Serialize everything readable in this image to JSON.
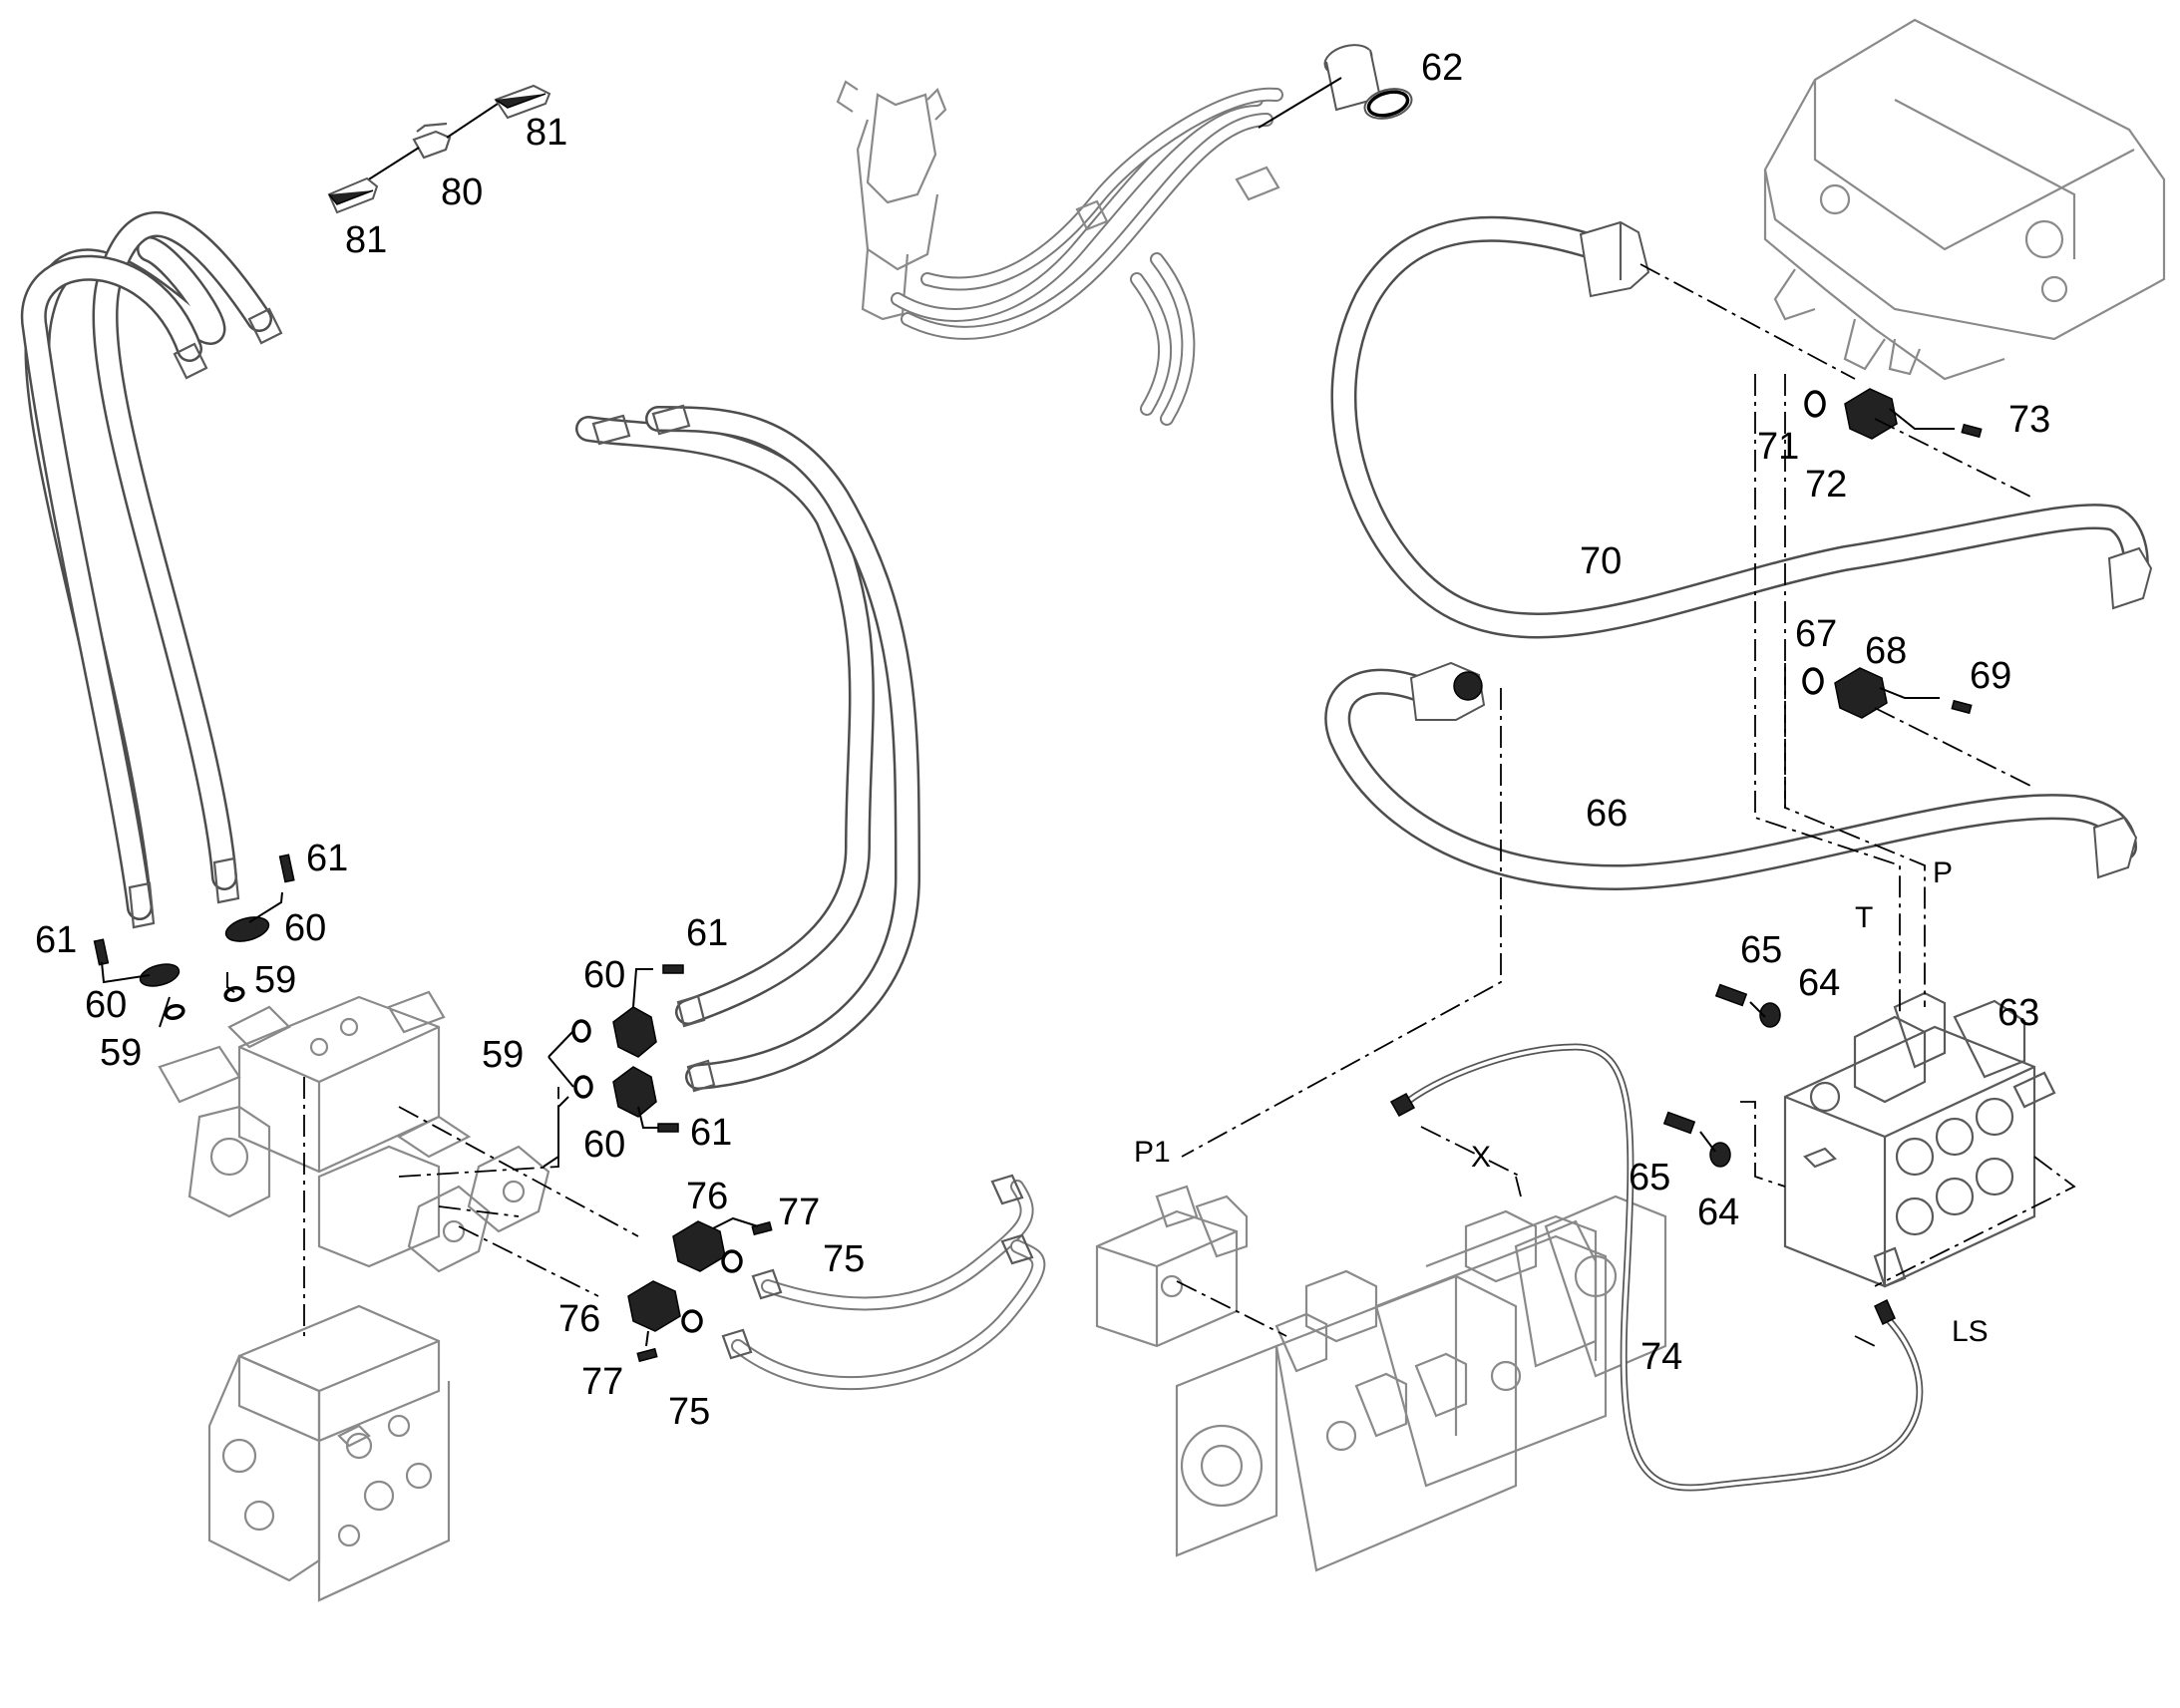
{
  "labels": {
    "p59": "59",
    "p60": "60",
    "p61": "61",
    "p62": "62",
    "p63": "63",
    "p64": "64",
    "p65": "65",
    "p66": "66",
    "p67": "67",
    "p68": "68",
    "p69": "69",
    "p70": "70",
    "p71": "71",
    "p72": "72",
    "p73": "73",
    "p74": "74",
    "p75": "75",
    "p76": "76",
    "p77": "77",
    "p80": "80",
    "p81": "81"
  },
  "ports": {
    "P": "P",
    "T": "T",
    "P1": "P1",
    "X": "X",
    "LS": "LS"
  },
  "colors": {
    "line": "#000000",
    "part_outline": "#8a8a8a",
    "hose_outline": "#4d4d4d"
  }
}
